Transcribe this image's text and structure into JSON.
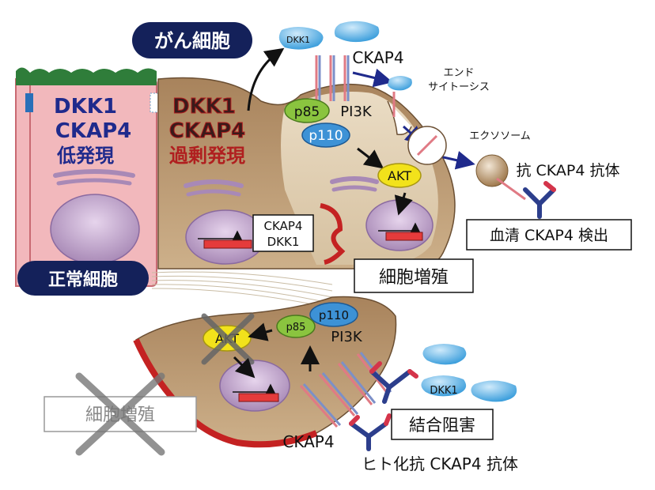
{
  "labels": {
    "cancer_cell": "がん細胞",
    "normal_cell": "正常細胞",
    "normal_expr_1": "DKK1",
    "normal_expr_2": "CKAP4",
    "normal_expr_3": "低発現",
    "cancer_expr_1": "DKK1",
    "cancer_expr_2": "CKAP4",
    "cancer_expr_3": "過剰発現",
    "gene_box_1": "CKAP4",
    "gene_box_2": "DKK1",
    "dkk1_top": "DKK1",
    "ckap4_top": "CKAP4",
    "endocytosis_1": "エンド",
    "endocytosis_2": "サイトーシス",
    "exosome": "エクソソーム",
    "anti_ckap4": "抗 CKAP4 抗体",
    "serum_detect": "血清 CKAP4 検出",
    "p85_top": "p85",
    "pi3k_top": "PI3K",
    "p110_top": "p110",
    "akt_top": "AKT",
    "proliferation_top": "細胞増殖",
    "p110_bottom": "p110",
    "p85_bottom": "p85",
    "pi3k_bottom": "PI3K",
    "akt_bottom": "AKT",
    "dkk1_bottom": "DKK1",
    "binding_block": "結合阻害",
    "ckap4_bottom": "CKAP4",
    "humanized_ab": "ヒト化抗 CKAP4 抗体",
    "proliferation_bottom": "細胞増殖"
  },
  "colors": {
    "normal_cell_fill": "#f2b8bc",
    "normal_cell_border": "#c96a72",
    "cilia_green": "#2f7d3a",
    "cancer_cell_fill": "#b8936c",
    "cancer_cell_inner": "#dcc9a9",
    "pill_navy": "#14215a",
    "text_navy": "#1f2a8c",
    "text_red": "#b01f1f",
    "akt_yellow": "#f2e21b",
    "p85_green": "#8ac43f",
    "p110_blue": "#3d92d6",
    "dkk1_lightblue": "#5bb2e6",
    "red_band": "#c42222",
    "antibody_blue": "#2c3e8c",
    "antibody_red": "#d4344a"
  }
}
